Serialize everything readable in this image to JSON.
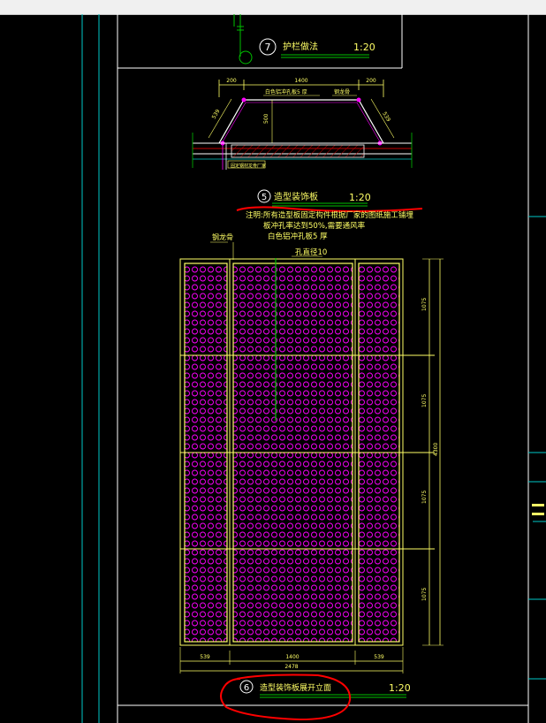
{
  "drawing": {
    "detail7": {
      "number": "7",
      "title": "护栏做法",
      "scale": "1:20"
    },
    "detail5": {
      "number": "5",
      "title": "造型装饰板",
      "scale": "1:20",
      "dims": {
        "left": "200",
        "middle": "1400",
        "right": "200",
        "height": "500",
        "slant_left": "539",
        "slant_right": "539"
      },
      "labels": {
        "plate": "白色铝冲孔板5 厚",
        "keel": "钢龙骨",
        "note": "固定钢材龙骨厂家"
      }
    },
    "notes": {
      "line1": "注明:所有造型板固定构件根据厂家的图纸施工铺埋",
      "line2": "板冲孔率达到50%,需要通风率",
      "line3": "白色铝冲孔板5 厚",
      "hole": "孔直径10",
      "keel_left": "钢龙骨"
    },
    "detail6": {
      "number": "6",
      "title": "造型装饰板展开立面",
      "scale": "1:20",
      "dims_h": {
        "left": "539",
        "middle": "1400",
        "right": "539",
        "total": "2478"
      },
      "dims_v": {
        "row1": "1075",
        "row2": "1075",
        "row3": "1075",
        "row4": "1075",
        "total": "4300"
      }
    }
  },
  "colors": {
    "background": "#000000",
    "yellow": "#ffff66",
    "magenta": "#ff00ff",
    "green": "#00c000",
    "cyan": "#00c8c8",
    "markup": "#ff0000"
  }
}
